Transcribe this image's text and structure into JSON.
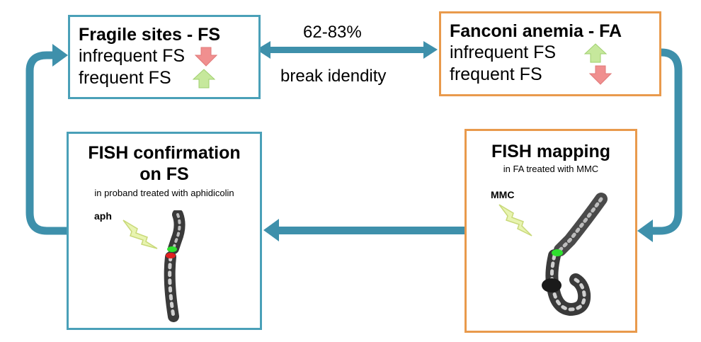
{
  "box_fs": {
    "title": "Fragile sites - FS",
    "line1": "infrequent FS",
    "line2": "frequent FS"
  },
  "box_fa": {
    "title": "Fanconi anemia - FA",
    "line1": "infrequent FS",
    "line2": "frequent FS"
  },
  "link": {
    "percent": "62-83%",
    "label": "break idendity"
  },
  "box_fish_conf": {
    "title_line1": "FISH confirmation",
    "title_line2": "on FS",
    "subtitle": "in proband treated with aphidicolin",
    "agent": "aph"
  },
  "box_fish_map": {
    "title": "FISH mapping",
    "subtitle": "in FA treated with MMC",
    "agent": "MMC"
  },
  "colors": {
    "arrow": "#3e90ab",
    "blue_border": "#4aa0b8",
    "orange_border": "#e99a4c",
    "down_arrow": "#f08f8f",
    "up_arrow": "#b9e08a",
    "lightning": "#e8f4b0",
    "fish_green": "#2ee02e",
    "fish_red": "#e02020"
  },
  "icons": [
    "down-arrow-icon",
    "up-arrow-icon",
    "lightning-icon",
    "chromosome-image"
  ]
}
